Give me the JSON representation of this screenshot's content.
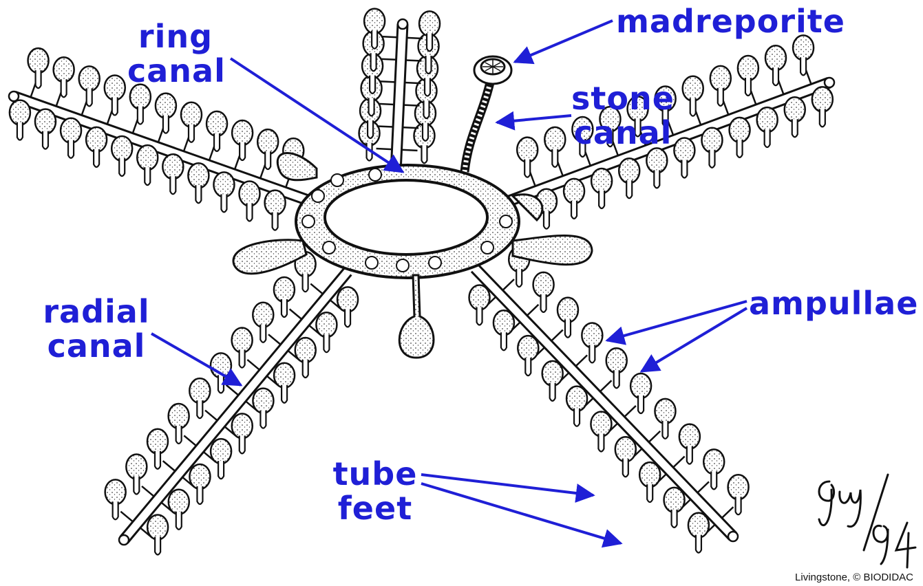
{
  "labels": {
    "ring_canal": [
      "ring",
      "canal"
    ],
    "madreporite": "madreporite",
    "stone_canal": [
      "stone",
      "canal"
    ],
    "radial_canal": [
      "radial",
      "canal"
    ],
    "ampullae": "ampullae",
    "tube_feet": [
      "tube",
      "feet"
    ]
  },
  "credit": "Livingstone, © BIODIDAC",
  "signature": "Guy/94",
  "colors": {
    "label": "#1f1fd6",
    "ink": "#111111",
    "stipple": "#555555"
  }
}
